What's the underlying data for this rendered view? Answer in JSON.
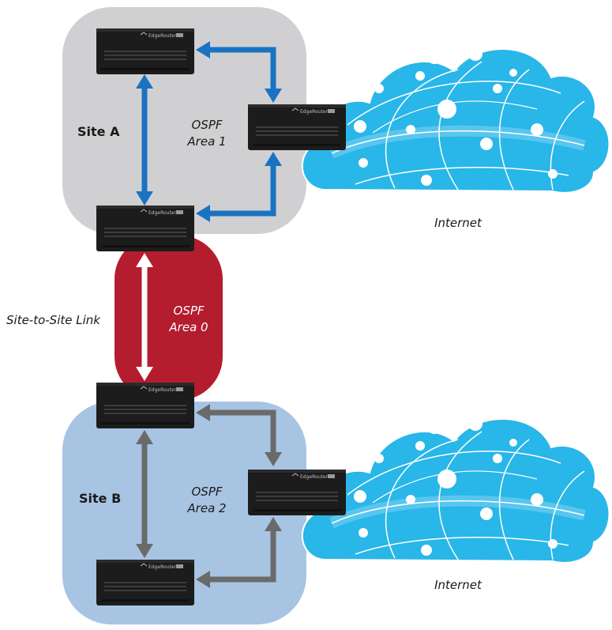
{
  "sites": {
    "a": {
      "label": "Site A",
      "area_line1": "OSPF",
      "area_line2": "Area 1",
      "color": "#d0d0d2"
    },
    "b": {
      "label": "Site B",
      "area_line1": "OSPF",
      "area_line2": "Area 2",
      "color": "#a8c4e3"
    }
  },
  "backbone": {
    "area_line1": "OSPF",
    "area_line2": "Area 0",
    "color": "#b31d2e"
  },
  "link_label": "Site-to-Site Link",
  "internet_labels": [
    "Internet",
    "Internet"
  ],
  "router_brand": "EdgeRouter",
  "colors": {
    "site_a_arrows": "#1a73c2",
    "site_b_arrows": "#6a6a6a",
    "backbone_arrow": "#ffffff",
    "cloud_fill": "#29b6e8",
    "cloud_light": "#c9ecfa",
    "router_body": "#1c1c1c"
  },
  "icons": {
    "router": "edgerouter-icon",
    "cloud": "internet-cloud-icon",
    "logo": "ubiquiti-logo-icon"
  }
}
